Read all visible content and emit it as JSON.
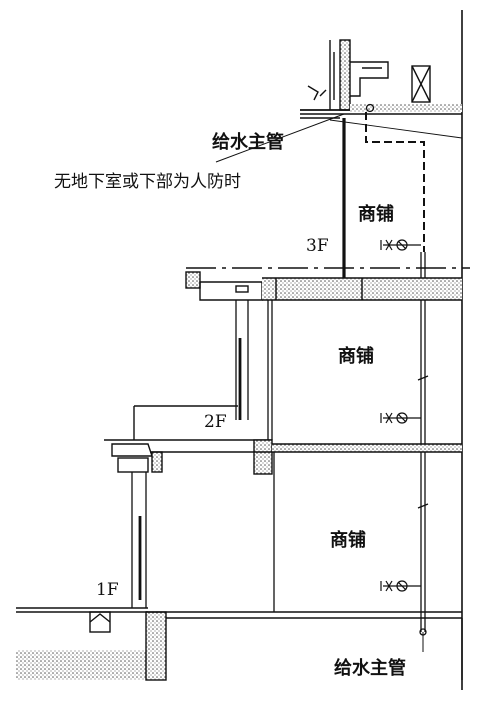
{
  "labels": {
    "main_pipe_top": "给水主管",
    "note": "无地下室或下部为人防时",
    "main_pipe_bottom": "给水主管"
  },
  "floors": [
    "3F",
    "2F",
    "1F"
  ],
  "shops": [
    "商铺",
    "商铺",
    "商铺"
  ],
  "colors": {
    "line": "#111111",
    "hatch": "#555555",
    "background": "#ffffff"
  }
}
